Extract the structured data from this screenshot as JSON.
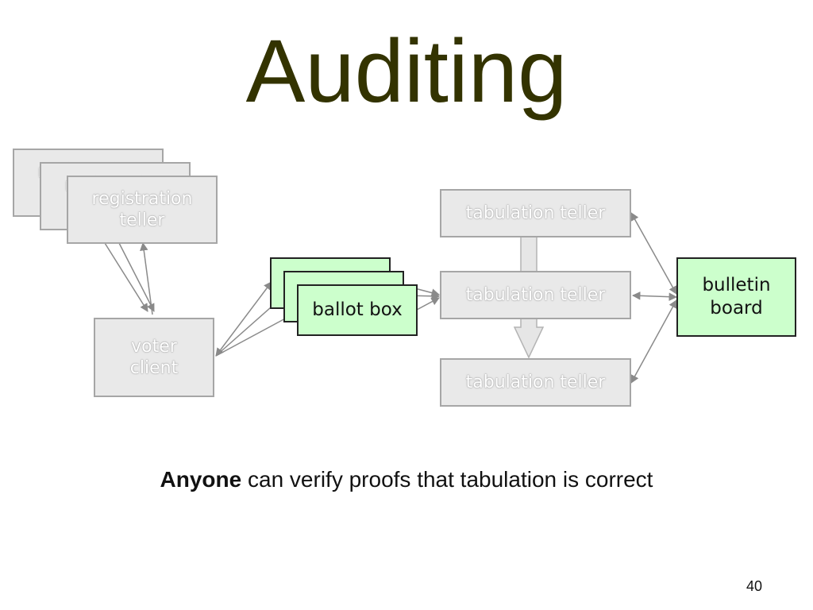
{
  "title": "Auditing",
  "diagram": {
    "registration_tellers": [
      "registration teller",
      "registration teller",
      "registration teller"
    ],
    "voter_client": "voter\nclient",
    "ballot_boxes": [
      "ballot box",
      "ballot box",
      "ballot box"
    ],
    "tabulation_tellers": [
      "tabulation teller",
      "tabulation teller",
      "tabulation teller"
    ],
    "bulletin_board": "bulletin\nboard"
  },
  "caption": {
    "emphasis": "Anyone",
    "rest": " can verify proofs that tabulation is correct"
  },
  "page_number": "40",
  "colors": {
    "title": "#333300",
    "active_node_fill": "#ccffcc",
    "inactive_node_fill": "#e9e9e9",
    "inactive_node_border": "#a6a6a6"
  }
}
